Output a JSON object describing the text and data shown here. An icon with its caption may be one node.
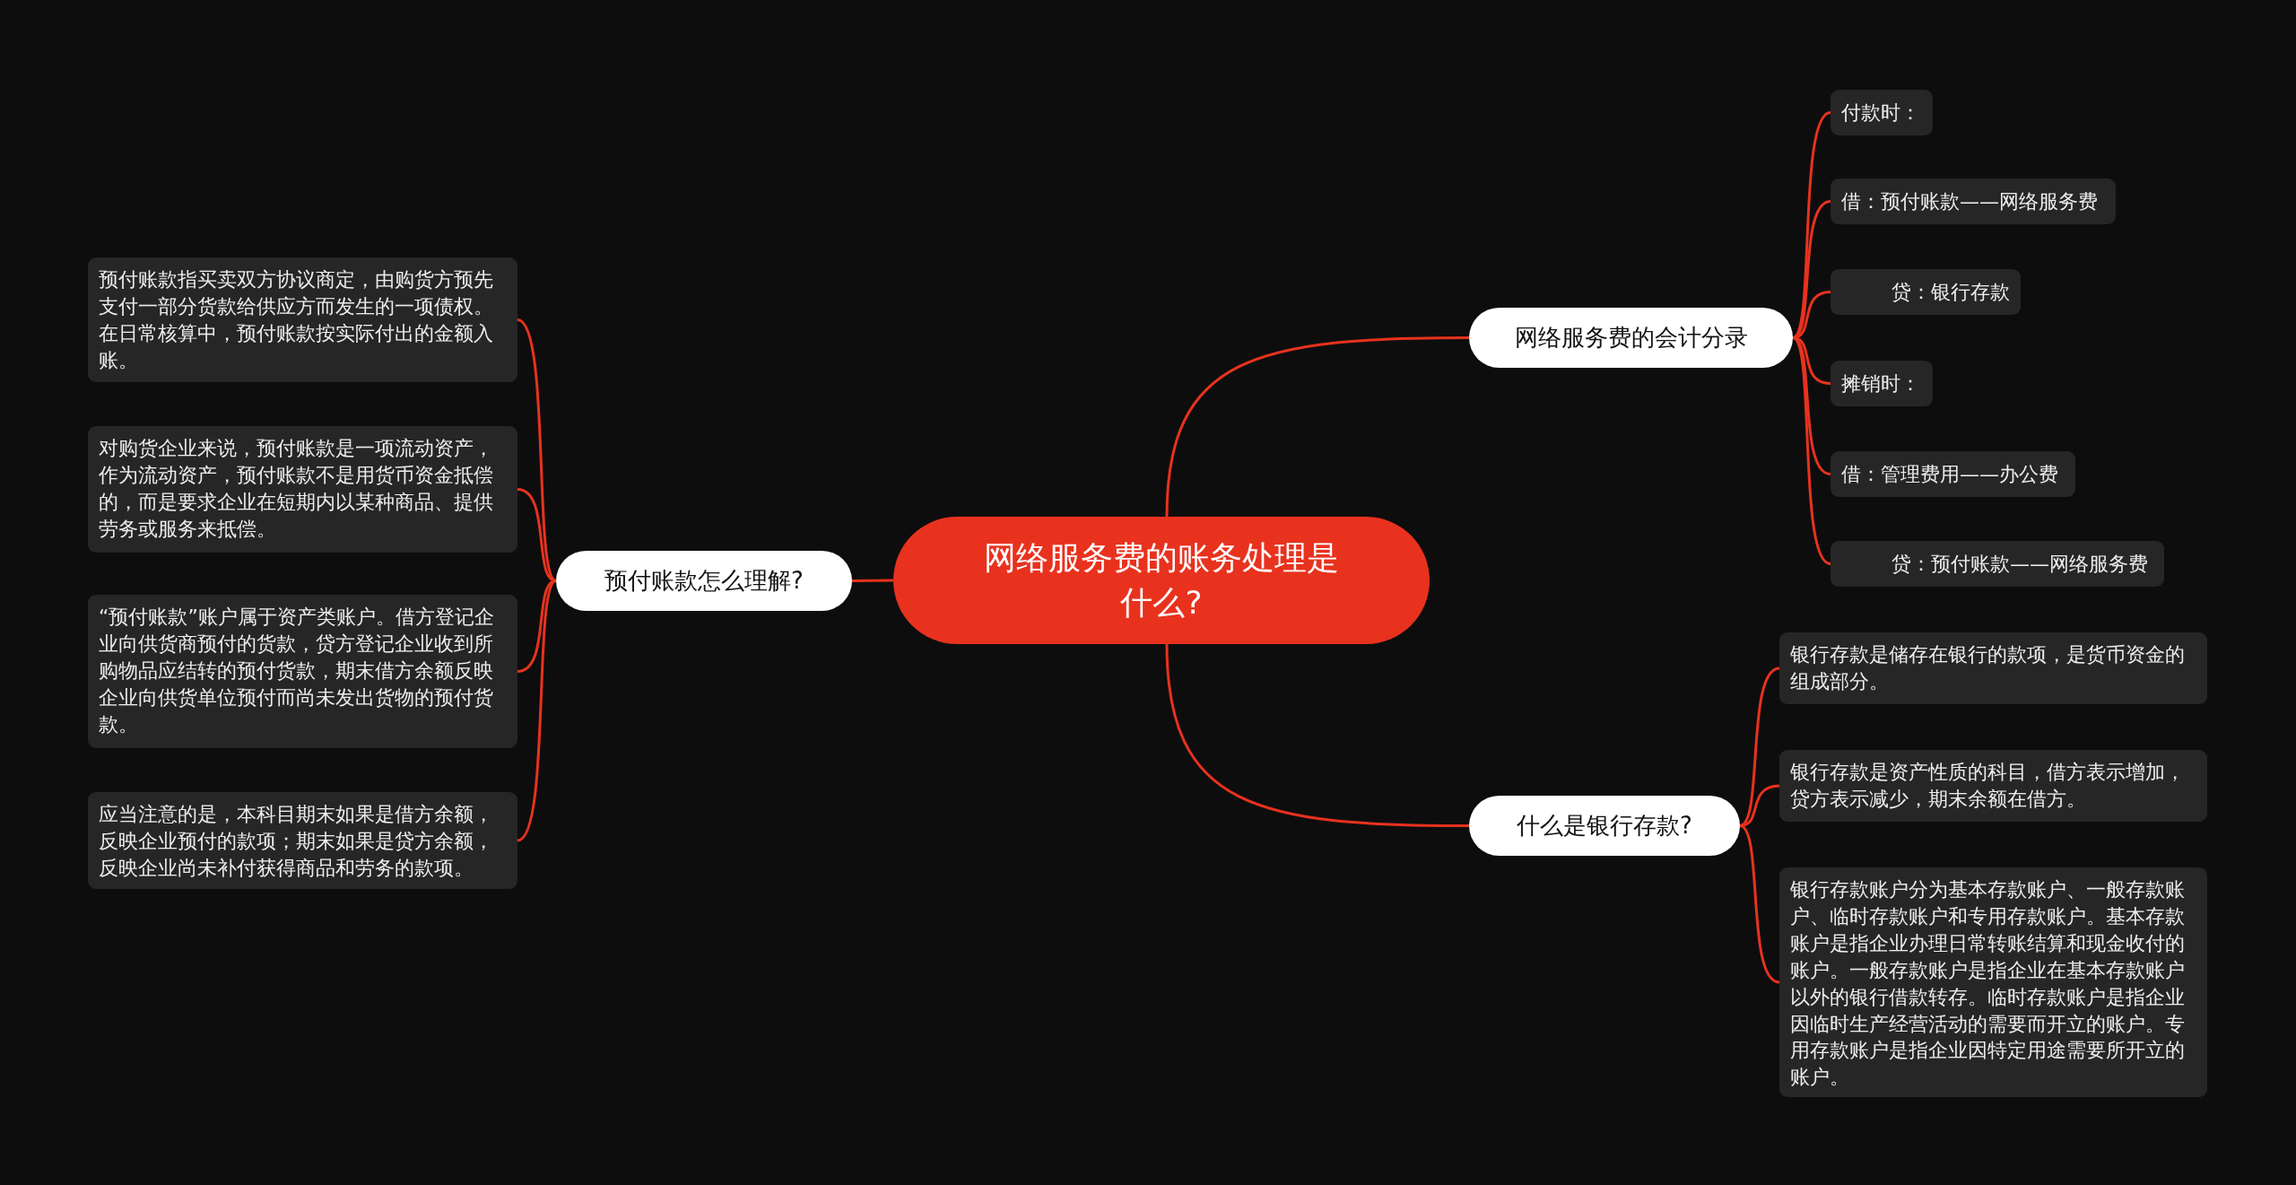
{
  "diagram": {
    "nodes": [
      {
        "text": [
          "网络服务费的账务处理是什么?"
        ]
      },
      {
        "text": [
          "网络服务费的会计分录"
        ]
      },
      {
        "text": [
          "付款时："
        ]
      },
      {
        "text": [
          "借：预付账款——网络服务费"
        ]
      },
      {
        "text": [
          "贷：银行存款"
        ]
      },
      {
        "text": [
          "摊销时："
        ]
      },
      {
        "text": [
          "借：管理费用——办公费"
        ]
      },
      {
        "text": [
          "贷：预付账款——网络服务费"
        ]
      },
      {
        "text": [
          "什么是银行存款?"
        ]
      },
      {
        "text": [
          "银行存款是储存在银行的款项，是货币资金的组成部分。"
        ]
      },
      {
        "text": [
          "银行存款是资产性质的科目，借方表示增加，贷方表示减少，期末余额在借方。"
        ]
      },
      {
        "text": [
          "银行存款账户分为基本存款账户、一般存款账户、临时存款账户和专用存款账户。基本存款账户是指企业办理日常转账结算和现金收付的账户。一般存款账户是指企业在基本存款账户以外的银行借款转存。临时存款账户是指企业因临时生产经营活动的需要而开立的账户。专用存款账户是指企业因特定用途需要所开立的账户。"
        ]
      },
      {
        "text": [
          "预付账款怎么理解?"
        ]
      },
      {
        "text": [
          "预付账款指买卖双方协议商定，由购货方预先支付一部分货款给供应方而发生的一项债权。在日常核算中，预付账款按实际付出的金额入账。"
        ]
      },
      {
        "text": [
          "对购货企业来说，预付账款是一项流动资产，作为流动资产，预付账款不是用货币资金抵偿的，而是要求企业在短期内以某种商品、提供劳务或服务来抵偿。"
        ]
      },
      {
        "text": [
          "“预付账款”账户属于资产类账户。借方登记企业向供货商预付的货款，贷方登记企业收到所购物品应结转的预付货款，期末借方余额反映企业向供货单位预付而尚未发出货物的预付货款。"
        ]
      },
      {
        "text": [
          "应当注意的是，本科目期末如果是借方余额，反映企业预付的款项；期末如果是贷方余额，反映企业尚未补付获得商品和劳务的款项。"
        ]
      }
    ],
    "edges": [
      {
        "from": 0,
        "to": 1,
        "arrow": "none"
      },
      {
        "from": 1,
        "to": 2,
        "arrow": "none"
      },
      {
        "from": 1,
        "to": 3,
        "arrow": "none"
      },
      {
        "from": 1,
        "to": 4,
        "arrow": "none"
      },
      {
        "from": 1,
        "to": 5,
        "arrow": "none"
      },
      {
        "from": 1,
        "to": 6,
        "arrow": "none"
      },
      {
        "from": 1,
        "to": 7,
        "arrow": "none"
      },
      {
        "from": 0,
        "to": 8,
        "arrow": "none"
      },
      {
        "from": 8,
        "to": 9,
        "arrow": "none"
      },
      {
        "from": 8,
        "to": 10,
        "arrow": "none"
      },
      {
        "from": 8,
        "to": 11,
        "arrow": "none"
      },
      {
        "from": 0,
        "to": 12,
        "arrow": "none"
      },
      {
        "from": 12,
        "to": 13,
        "arrow": "none"
      },
      {
        "from": 12,
        "to": 14,
        "arrow": "none"
      },
      {
        "from": 12,
        "to": 15,
        "arrow": "none"
      },
      {
        "from": 12,
        "to": 16,
        "arrow": "none"
      }
    ]
  }
}
